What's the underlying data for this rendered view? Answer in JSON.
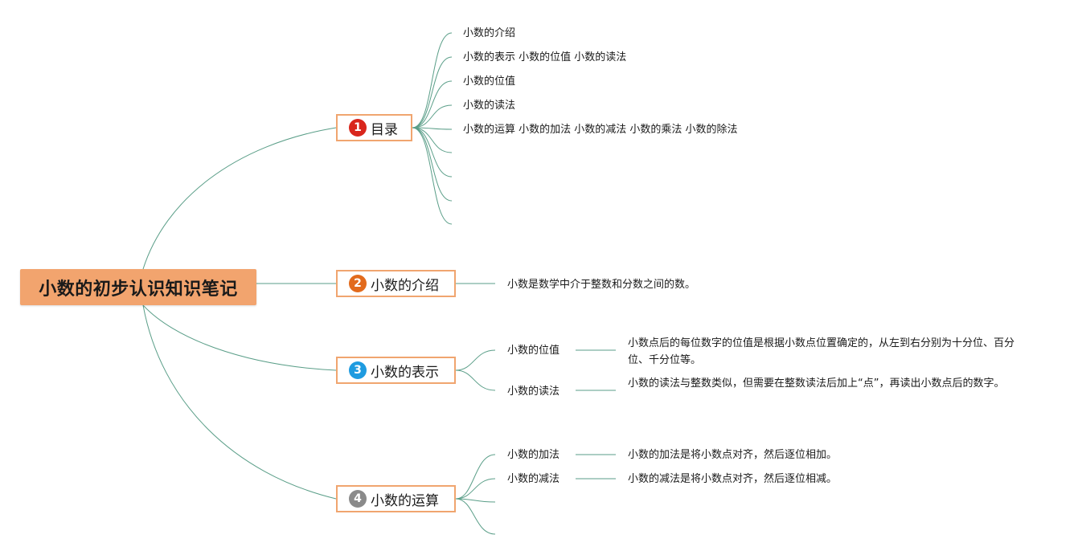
{
  "root": {
    "label": "小数的初步认识知识笔记"
  },
  "branches": [
    {
      "number": "1",
      "label": "目录",
      "badge_color": "#d9261c",
      "items": [
        "小数的介绍",
        "小数的表示 小数的位值 小数的读法",
        "小数的位值",
        "小数的读法",
        "小数的运算 小数的加法 小数的减法 小数的乘法 小数的除法"
      ]
    },
    {
      "number": "2",
      "label": "小数的介绍",
      "badge_color": "#e26a1c",
      "description": "小数是数学中介于整数和分数之间的数。"
    },
    {
      "number": "3",
      "label": "小数的表示",
      "badge_color": "#1e9be0",
      "items": [
        {
          "label": "小数的位值",
          "description": "小数点后的每位数字的位值是根据小数点位置确定的，从左到右分别为十分位、百分位、千分位等。"
        },
        {
          "label": "小数的读法",
          "description": "小数的读法与整数类似，但需要在整数读法后加上“点”，再读出小数点后的数字。"
        }
      ]
    },
    {
      "number": "4",
      "label": "小数的运算",
      "badge_color": "#8a8a8a",
      "items": [
        {
          "label": "小数的加法",
          "description": "小数的加法是将小数点对齐，然后逐位相加。"
        },
        {
          "label": "小数的减法",
          "description": "小数的减法是将小数点对齐，然后逐位相减。"
        }
      ]
    }
  ],
  "colors": {
    "connector": "#5a9e88",
    "root_fill": "#f2a46e",
    "branch_border": "#f0a56f"
  }
}
